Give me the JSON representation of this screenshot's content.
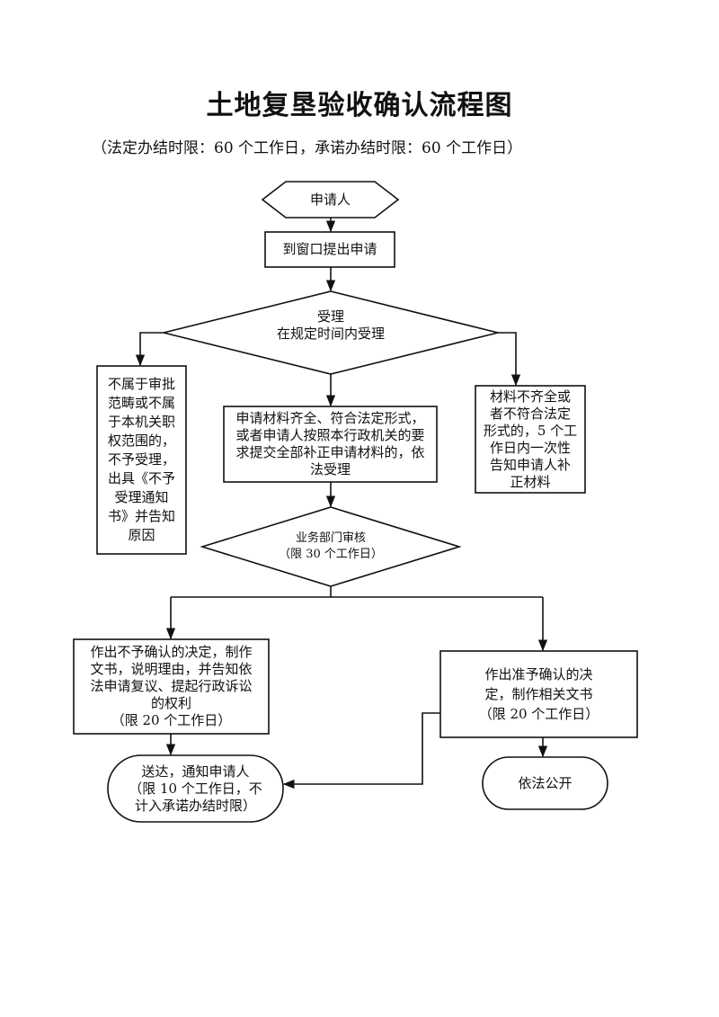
{
  "title": "土地复垦验收确认流程图",
  "subtitle": "（法定办结时限：60 个工作日，承诺办结时限：60 个工作日）",
  "nodes": {
    "applicant": [
      "申请人"
    ],
    "submit": [
      "到窗口提出申请"
    ],
    "accept": [
      "受理",
      "在规定时间内受理"
    ],
    "reject": [
      "不属于审批",
      "范畴或不属",
      "于本机关职",
      "权范围的，",
      "不予受理，",
      "出具《不予",
      "受理通知",
      "书》并告知",
      "原因"
    ],
    "complete": [
      "申请材料齐全、符合法定形式，",
      "或者申请人按照本行政机关的要",
      "求提交全部补正申请材料的，依",
      "法受理"
    ],
    "incomplete": [
      "材料不齐全或",
      "者不符合法定",
      "形式的，5 个工",
      "作日内一次性",
      "告知申请人补",
      "正材料"
    ],
    "review": [
      "业务部门审核",
      "（限 30 个工作日）"
    ],
    "deny": [
      "作出不予确认的决定，制作",
      "文书，说明理由，并告知依",
      "法申请复议、提起行政诉讼",
      "的权利",
      "（限 20 个工作日）"
    ],
    "approve": [
      "作出准予确认的决",
      "定，制作相关文书",
      "（限 20 个工作日）"
    ],
    "deliver": [
      "送达，通知申请人",
      "（限 10 个工作日，不",
      "计入承诺办结时限）"
    ],
    "publish": [
      "依法公开"
    ]
  }
}
